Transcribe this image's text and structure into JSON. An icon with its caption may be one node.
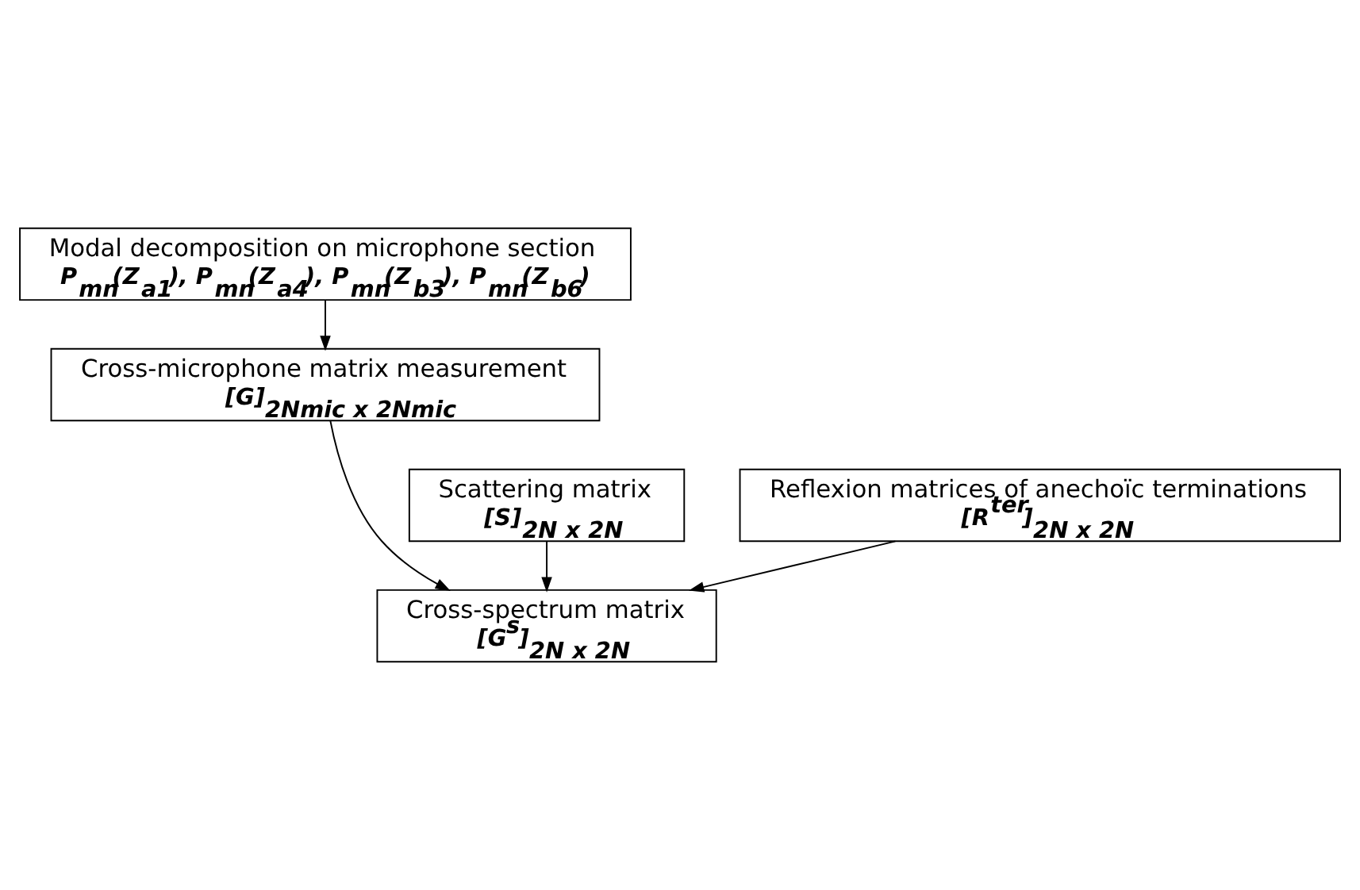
{
  "diagram": {
    "nodes": [
      {
        "text": [
          "Modal decomposition on microphone section",
          "P$_{mn}$(Z$_{a1}$), P$_{mn}$(Z$_{a4}$), P$_{mn}$(Z$_{b3}$), P$_{mn}$(Z$_{b6}$)"
        ]
      },
      {
        "text": [
          "Cross-microphone matrix measurement",
          "[G]$_{2Nmic x 2Nmic}$"
        ]
      },
      {
        "text": [
          "Scattering matrix",
          "[S]$_{2N x 2N}$"
        ]
      },
      {
        "text": [
          "Reflexion matrices of anechoïc terminations",
          "[R$^{ter}$]$_{2N x 2N}$"
        ]
      },
      {
        "text": [
          "Cross-spectrum matrix",
          "[G$^{s}$]$_{2N x 2N}$"
        ]
      }
    ],
    "edges": [
      {
        "from": 0,
        "to": 1,
        "arrow": "to"
      },
      {
        "from": 2,
        "to": 4,
        "arrow": "to"
      },
      {
        "from": 1,
        "to": 4,
        "arrow": "to"
      },
      {
        "from": 3,
        "to": 4,
        "arrow": "to"
      }
    ]
  }
}
